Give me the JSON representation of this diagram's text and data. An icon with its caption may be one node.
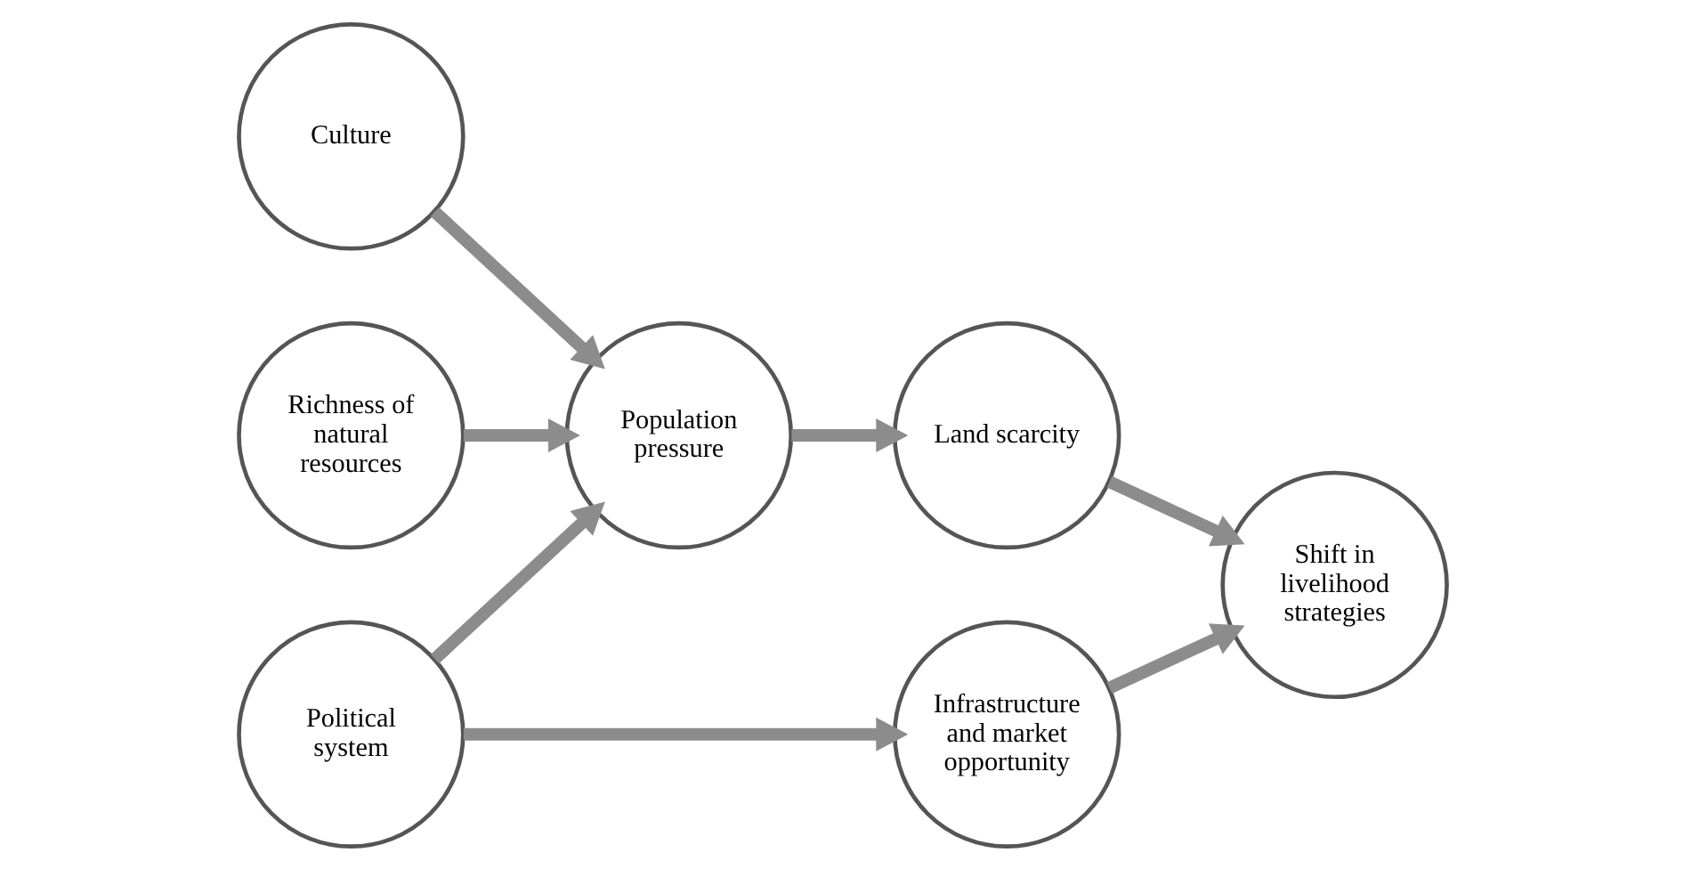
{
  "diagram": {
    "nodes": [
      {
        "text": [
          "Culture"
        ]
      },
      {
        "text": [
          "Population pressure"
        ]
      },
      {
        "text": [
          "Land scarcity"
        ]
      },
      {
        "text": [
          "Richness of natural resources"
        ]
      },
      {
        "text": [
          "Political system"
        ]
      },
      {
        "text": [
          "Infrastructure and market opportunity"
        ]
      },
      {
        "text": [
          "Shift in livelihood strategies"
        ]
      }
    ],
    "edges": [
      {
        "from": 0,
        "to": 1,
        "arrow": "to"
      },
      {
        "from": 3,
        "to": 1,
        "arrow": "to"
      },
      {
        "from": 4,
        "to": 1,
        "arrow": "to"
      },
      {
        "from": 1,
        "to": 2,
        "arrow": "to"
      },
      {
        "from": 4,
        "to": 5,
        "arrow": "to"
      },
      {
        "from": 2,
        "to": 6,
        "arrow": "to"
      },
      {
        "from": 5,
        "to": 6,
        "arrow": "to"
      }
    ]
  }
}
